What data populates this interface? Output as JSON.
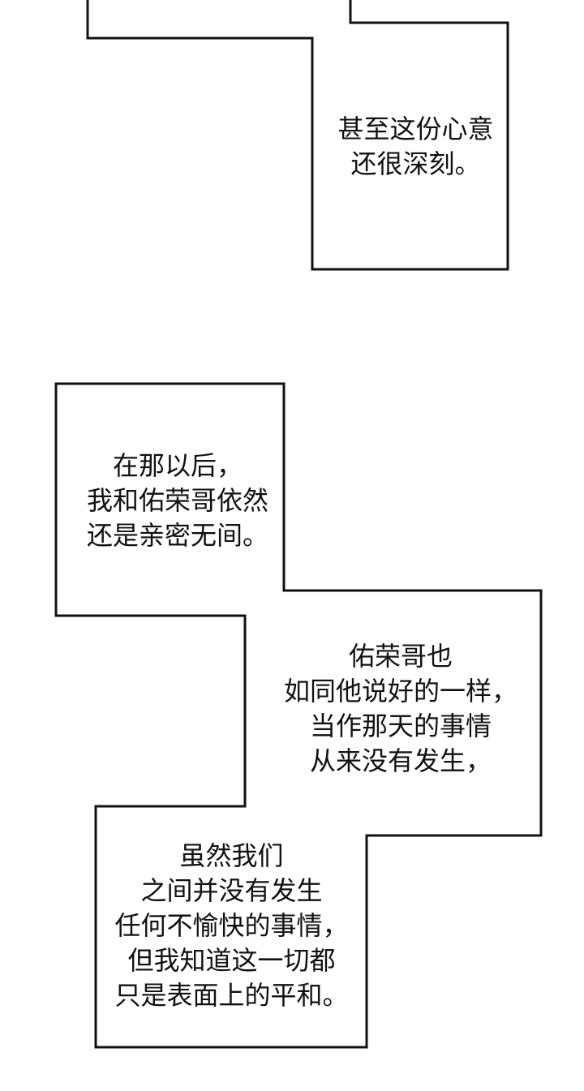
{
  "captions": {
    "box1": {
      "line1": "甚至这份心意",
      "line2": "还很深刻。"
    },
    "box2": {
      "line1": "在那以后，",
      "line2": "我和佑荣哥依然",
      "line3": "还是亲密无间。"
    },
    "box3": {
      "line1": "佑荣哥也",
      "line2": "如同他说好的一样，",
      "line3": "当作那天的事情",
      "line4": "从来没有发生，"
    },
    "box4": {
      "line1": "虽然我们",
      "line2": "之间并没有发生",
      "line3": "任何不愉快的事情，",
      "line4": "但我知道这一切都",
      "line5": "只是表面上的平和。"
    }
  },
  "colors": {
    "background": "#ffffff",
    "border": "#111111",
    "text": "#111111"
  }
}
